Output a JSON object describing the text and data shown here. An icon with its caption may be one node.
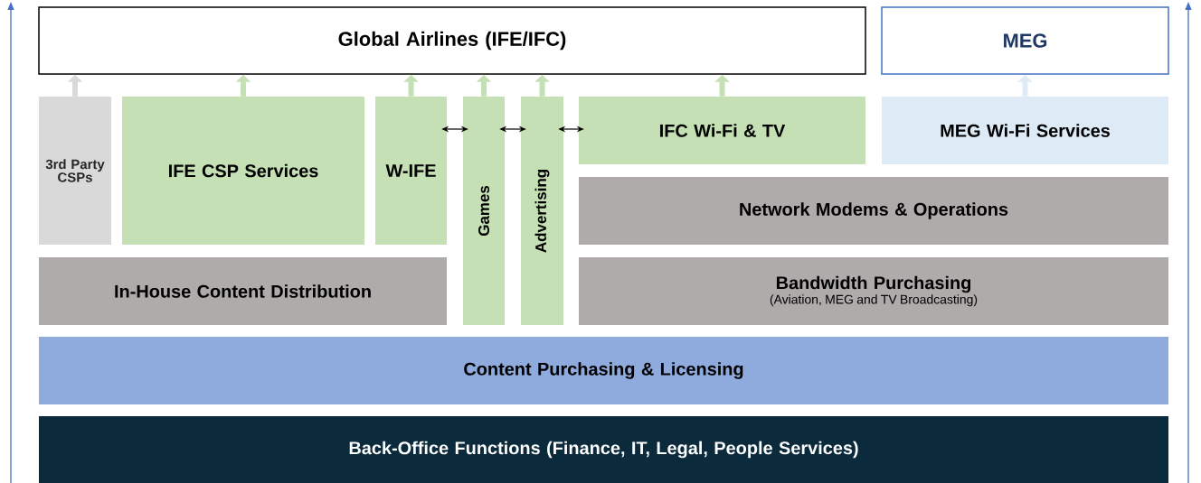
{
  "diagram": {
    "nodes": [
      {
        "text": [
          "Global Airlines (IFE/IFC)"
        ]
      },
      {
        "text": [
          "MEG"
        ]
      },
      {
        "text": [
          "3rd Party CSPs"
        ]
      },
      {
        "text": [
          "IFE CSP Services"
        ]
      },
      {
        "text": [
          "W-IFE"
        ]
      },
      {
        "text": [
          "Games"
        ]
      },
      {
        "text": [
          "Advertising"
        ]
      },
      {
        "text": [
          "IFC Wi-Fi & TV"
        ]
      },
      {
        "text": [
          "MEG Wi-Fi Services"
        ]
      },
      {
        "text": [
          "Network Modems & Operations"
        ]
      },
      {
        "text": [
          "In-House Content Distribution"
        ]
      },
      {
        "text": [
          "Bandwidth Purchasing",
          "(Aviation, MEG and TV Broadcasting)"
        ]
      },
      {
        "text": [
          "Content Purchasing & Licensing"
        ]
      },
      {
        "text": [
          "Back-Office Functions (Finance, IT, Legal, People Services)"
        ]
      }
    ],
    "edges": [
      {
        "from": 2,
        "to": 0,
        "arrow": "to",
        "color": "#d9d9d9"
      },
      {
        "from": 3,
        "to": 0,
        "arrow": "to"
      },
      {
        "from": 4,
        "to": 0,
        "arrow": "to"
      },
      {
        "from": 5,
        "to": 0,
        "arrow": "to"
      },
      {
        "from": 6,
        "to": 0,
        "arrow": "to"
      },
      {
        "from": 7,
        "to": 0,
        "arrow": "to"
      },
      {
        "from": 8,
        "to": 1,
        "arrow": "to",
        "color": "#deebf7"
      },
      {
        "from": 4,
        "to": 5,
        "arrow": "both",
        "color": "#000000"
      },
      {
        "from": 5,
        "to": 6,
        "arrow": "both",
        "color": "#000000"
      },
      {
        "from": 6,
        "to": 7,
        "arrow": "both",
        "color": "#000000"
      }
    ]
  }
}
